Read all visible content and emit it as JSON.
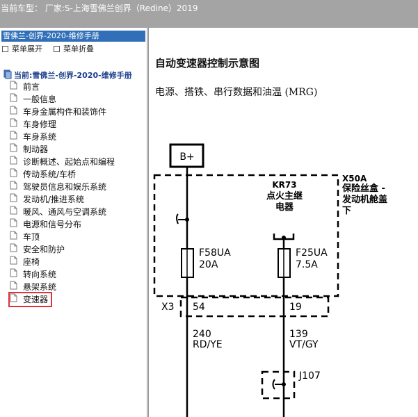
{
  "titlebar": {
    "text": "当前车型： 厂家:S-上海雪佛兰创界（Redine）2019"
  },
  "sidebar": {
    "manual_title": "雪佛兰-创界-2020-维修手册",
    "expand_label": "菜单展开",
    "collapse_label": "菜单折叠",
    "root_label": "当前:雪佛兰-创界-2020-维修手册",
    "items": [
      {
        "label": "前言"
      },
      {
        "label": "一般信息"
      },
      {
        "label": "车身金属构件和装饰件"
      },
      {
        "label": "车身修理"
      },
      {
        "label": "车身系统"
      },
      {
        "label": "制动器"
      },
      {
        "label": "诊断概述、起始点和编程"
      },
      {
        "label": "传动系统/车桥"
      },
      {
        "label": "驾驶员信息和娱乐系统"
      },
      {
        "label": "发动机/推进系统"
      },
      {
        "label": "暖风、通风与空调系统"
      },
      {
        "label": "电源和信号分布"
      },
      {
        "label": "车顶"
      },
      {
        "label": "安全和防护"
      },
      {
        "label": "座椅"
      },
      {
        "label": "转向系统"
      },
      {
        "label": "悬架系统"
      },
      {
        "label": "变速器",
        "selected": true
      }
    ],
    "selected_color": "#e0323a"
  },
  "document": {
    "heading": "自动变速器控制示意图",
    "subheading": "电源、搭铁、串行数据和油温 (MRG)"
  },
  "diagram": {
    "power_label": "B+",
    "fuse_box_id": "X50A",
    "fuse_box_name_line1": "保险丝盒 -",
    "fuse_box_name_line2": "发动机舱盖",
    "fuse_box_name_line3": "下",
    "relay_id": "KR73",
    "relay_name_line1": "点火主继",
    "relay_name_line2": "电器",
    "fuse1_id": "F58UA",
    "fuse1_rating": "20A",
    "fuse2_id": "F25UA",
    "fuse2_rating": "7.5A",
    "connector_id": "X3",
    "pin1": "54",
    "pin2": "19",
    "wire1_circuit": "240",
    "wire1_color": "RD/YE",
    "wire2_circuit": "139",
    "wire2_color": "VT/GY",
    "splice_id": "J107"
  }
}
